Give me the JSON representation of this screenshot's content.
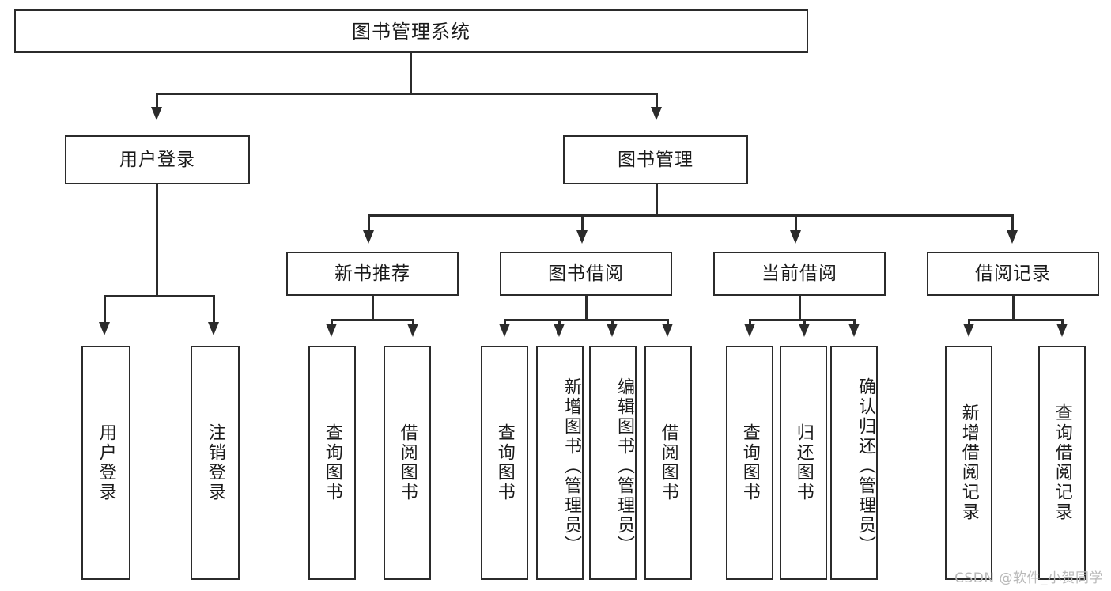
{
  "diagram": {
    "title": "图书管理系统",
    "watermark": "CSDN @软件_小贺同学",
    "colors": {
      "line": "#2b2b2b",
      "box_fill": "#ffffff",
      "text": "#1a1a1a",
      "watermark": "#b9b9b9"
    },
    "level1": {
      "label": "图书管理系统"
    },
    "level2": [
      {
        "label": "用户登录"
      },
      {
        "label": "图书管理"
      }
    ],
    "level3": [
      {
        "label": "新书推荐"
      },
      {
        "label": "图书借阅"
      },
      {
        "label": "当前借阅"
      },
      {
        "label": "借阅记录"
      }
    ],
    "leaves": {
      "user_login": [
        {
          "label": "用户登录"
        },
        {
          "label": "注销登录"
        }
      ],
      "new_book_recommend": [
        {
          "label": "查询图书"
        },
        {
          "label": "借阅图书"
        }
      ],
      "book_borrow": [
        {
          "label": "查询图书"
        },
        {
          "label": "新增图书（管理员）"
        },
        {
          "label": "编辑图书（管理员）"
        },
        {
          "label": "借阅图书"
        }
      ],
      "current_borrow": [
        {
          "label": "查询图书"
        },
        {
          "label": "归还图书"
        },
        {
          "label": "确认归还（管理员）"
        }
      ],
      "borrow_record": [
        {
          "label": "新增借阅记录"
        },
        {
          "label": "查询借阅记录"
        }
      ]
    }
  }
}
